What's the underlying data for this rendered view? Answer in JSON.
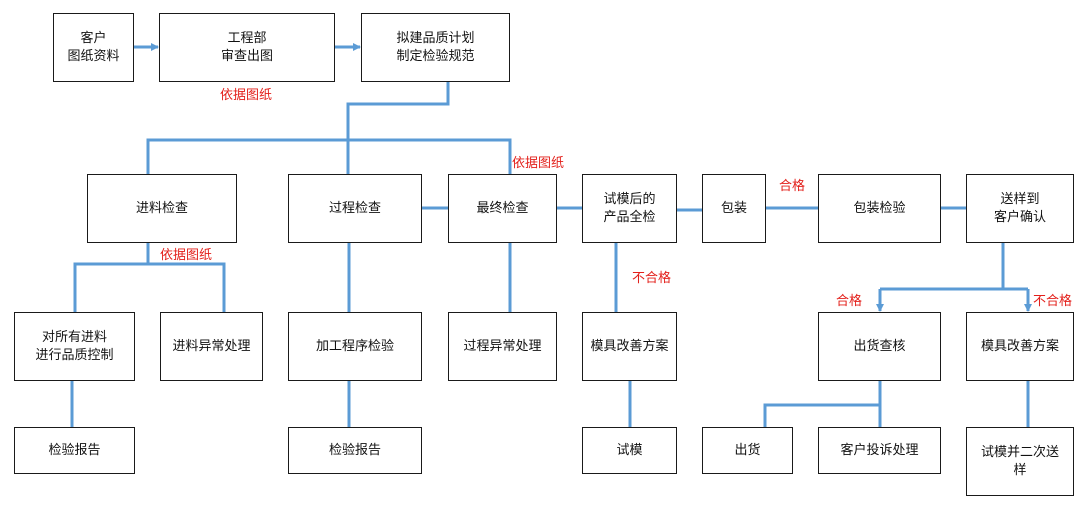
{
  "colors": {
    "connector": "#5b9bd5",
    "box_border": "#1a1a1a",
    "label": "#e3201b"
  },
  "nodes": {
    "customer_drawings": "客户\n图纸资料",
    "engineering_review": "工程部\n审查出图",
    "quality_plan": "拟建品质计划\n制定检验规范",
    "incoming_inspection": "进料检查",
    "process_inspection": "过程检查",
    "final_inspection": "最终检查",
    "trial_full_inspection": "试模后的\n产品全检",
    "packing": "包装",
    "packing_inspection": "包装检验",
    "sample_confirmation": "送样到\n客户确认",
    "incoming_quality_control": "对所有进料\n进行品质控制",
    "incoming_abnormal": "进料异常处理",
    "machining_inspection": "加工程序检验",
    "process_abnormal": "过程异常处理",
    "mold_improvement_1": "模具改善方案",
    "shipment_check": "出货查核",
    "mold_improvement_2": "模具改善方案",
    "inspection_report_1": "检验报告",
    "inspection_report_2": "检验报告",
    "trial_mold": "试模",
    "shipment": "出货",
    "customer_complaint": "客户投诉处理",
    "second_trial": "试模并二次送\n样"
  },
  "labels": {
    "by_drawing_1": "依据图纸",
    "by_drawing_2": "依据图纸",
    "by_drawing_3": "依据图纸",
    "pass_1": "合格",
    "fail_1": "不合格",
    "pass_2": "合格",
    "fail_2": "不合格"
  }
}
